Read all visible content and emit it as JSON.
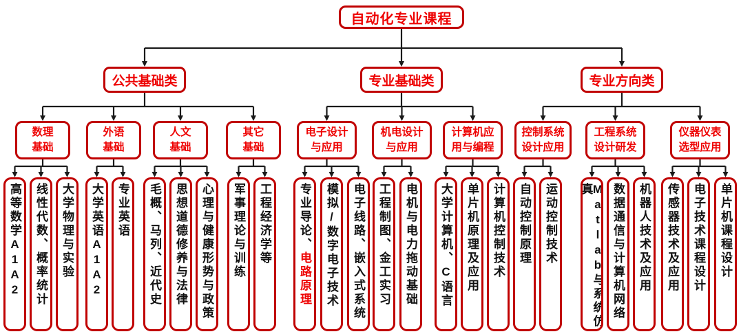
{
  "colors": {
    "box_border": "#c00000",
    "red_text": "#ee0202",
    "leaf_text": "#111111",
    "connector": "#1a1a1a"
  },
  "tree": {
    "root": "自动化专业课程",
    "groups": [
      {
        "label": "公共基础类",
        "categories": [
          {
            "label": "数理\n基础",
            "leaves": [
              {
                "text": "高等数学A1A2"
              },
              {
                "text": "线性代数、概率统计"
              },
              {
                "text": "大学物理与实验"
              }
            ]
          },
          {
            "label": "外语\n基础",
            "leaves": [
              {
                "text": "大学英语A1A2"
              },
              {
                "text": "专业英语"
              }
            ]
          },
          {
            "label": "人文\n基础",
            "leaves": [
              {
                "text": "毛概、马列、近代史"
              },
              {
                "text": "思想道德修养与法律"
              },
              {
                "text": "心理与健康形势与政策"
              }
            ]
          },
          {
            "label": "其它\n基础",
            "leaves": [
              {
                "text": "军事理论与训练"
              },
              {
                "text": "工程经济学等"
              }
            ]
          }
        ]
      },
      {
        "label": "专业基础类",
        "categories": [
          {
            "label": "电子设计\n与应用",
            "leaves": [
              {
                "text": "专业导论、",
                "highlight": "电路原理"
              },
              {
                "text": "模拟/数字电子技术"
              },
              {
                "text": "电子线路、嵌入式系统"
              }
            ]
          },
          {
            "label": "机电设计\n与应用",
            "leaves": [
              {
                "text": "工程制图、金工实习"
              },
              {
                "text": "电机与电力拖动基础"
              }
            ]
          },
          {
            "label": "计算机应\n用与编程",
            "leaves": [
              {
                "text": "大学计算机、C语言"
              },
              {
                "text": "单片机原理及应用"
              },
              {
                "text": "计算机控制技术"
              }
            ]
          }
        ]
      },
      {
        "label": "专业方向类",
        "categories": [
          {
            "label": "控制系统\n设计应用",
            "leaves": [
              {
                "text": "自动控制原理"
              },
              {
                "text": "运动控制技术"
              }
            ]
          },
          {
            "label": "工程系统\n设计研发",
            "leaves": [
              {
                "text": "Matlab与系统仿真"
              },
              {
                "text": "数据通信与计算机网络"
              },
              {
                "text": "机器人技术及应用"
              }
            ]
          },
          {
            "label": "仪器仪表\n选型应用",
            "leaves": [
              {
                "text": "传感器技术及应用"
              },
              {
                "text": "电子技术课程设计"
              },
              {
                "text": "单片机课程设计"
              }
            ]
          }
        ]
      }
    ]
  }
}
